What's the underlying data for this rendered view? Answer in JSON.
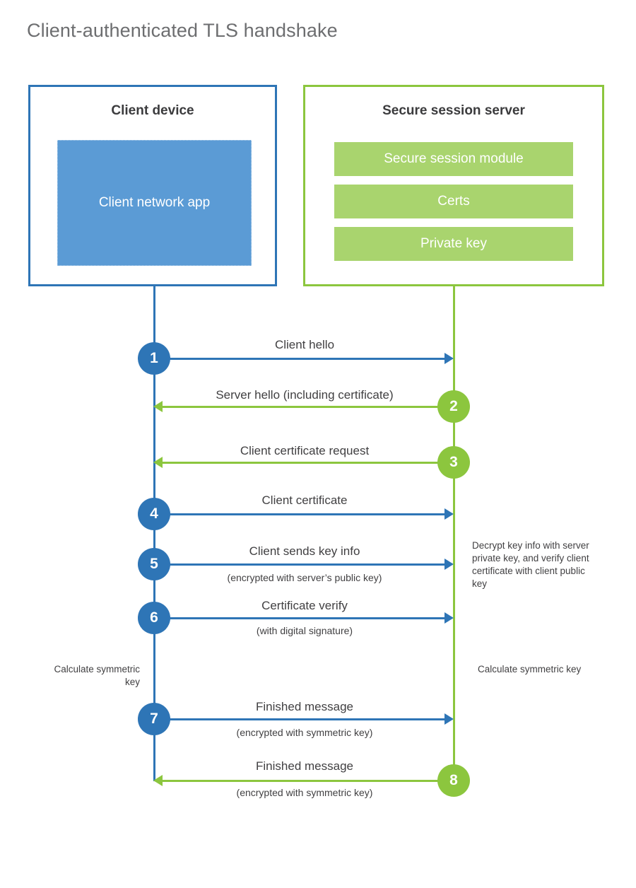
{
  "title": "Client-authenticated TLS handshake",
  "colors": {
    "client_blue": "#2e75b6",
    "client_app_fill": "#5b9bd5",
    "server_green": "#8cc63e",
    "server_bar_fill": "#a9d46e",
    "text_dark": "#414042",
    "title_gray": "#6d6e70"
  },
  "client": {
    "title": "Client device",
    "app_label": "Client network app"
  },
  "server": {
    "title": "Secure session server",
    "modules": [
      {
        "label": "Secure session module"
      },
      {
        "label": "Certs"
      },
      {
        "label": "Private key"
      }
    ]
  },
  "annotations": {
    "server_decrypt_note": "Decrypt key info with server private key, and verify client certificate with client public key",
    "client_calculate_note": "Calculate symmetric key",
    "server_calculate_note": "Calculate symmetric key"
  },
  "steps": [
    {
      "number": "1",
      "label": "Client hello",
      "sublabel": "",
      "direction": "right",
      "color": "blue"
    },
    {
      "number": "2",
      "label": "Server hello (including certificate)",
      "sublabel": "",
      "direction": "left",
      "color": "green"
    },
    {
      "number": "3",
      "label": "Client certificate request",
      "sublabel": "",
      "direction": "left",
      "color": "green"
    },
    {
      "number": "4",
      "label": "Client certificate",
      "sublabel": "",
      "direction": "right",
      "color": "blue"
    },
    {
      "number": "5",
      "label": "Client sends key info",
      "sublabel": "(encrypted with server’s public key)",
      "direction": "right",
      "color": "blue"
    },
    {
      "number": "6",
      "label": "Certificate verify",
      "sublabel": "(with digital signature)",
      "direction": "right",
      "color": "blue"
    },
    {
      "number": "7",
      "label": "Finished message",
      "sublabel": "(encrypted with symmetric key)",
      "direction": "right",
      "color": "blue"
    },
    {
      "number": "8",
      "label": "Finished message",
      "sublabel": "(encrypted with symmetric key)",
      "direction": "left",
      "color": "green"
    }
  ]
}
